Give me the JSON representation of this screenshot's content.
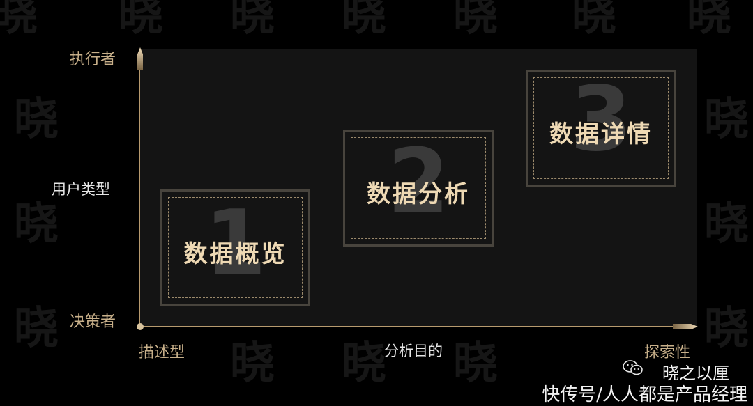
{
  "watermark": {
    "text": "晓"
  },
  "axes": {
    "y_top": "执行者",
    "y_mid": "用户类型",
    "y_bottom": "决策者",
    "x_left": "描述型",
    "x_mid": "分析目的",
    "x_right": "探索性"
  },
  "boxes": [
    {
      "num": "1",
      "title": "数据概览"
    },
    {
      "num": "2",
      "title": "数据分析"
    },
    {
      "num": "3",
      "title": "数据详情"
    }
  ],
  "footer": {
    "brand": "晓之以厘",
    "source": "快传号/人人都是产品经理"
  }
}
